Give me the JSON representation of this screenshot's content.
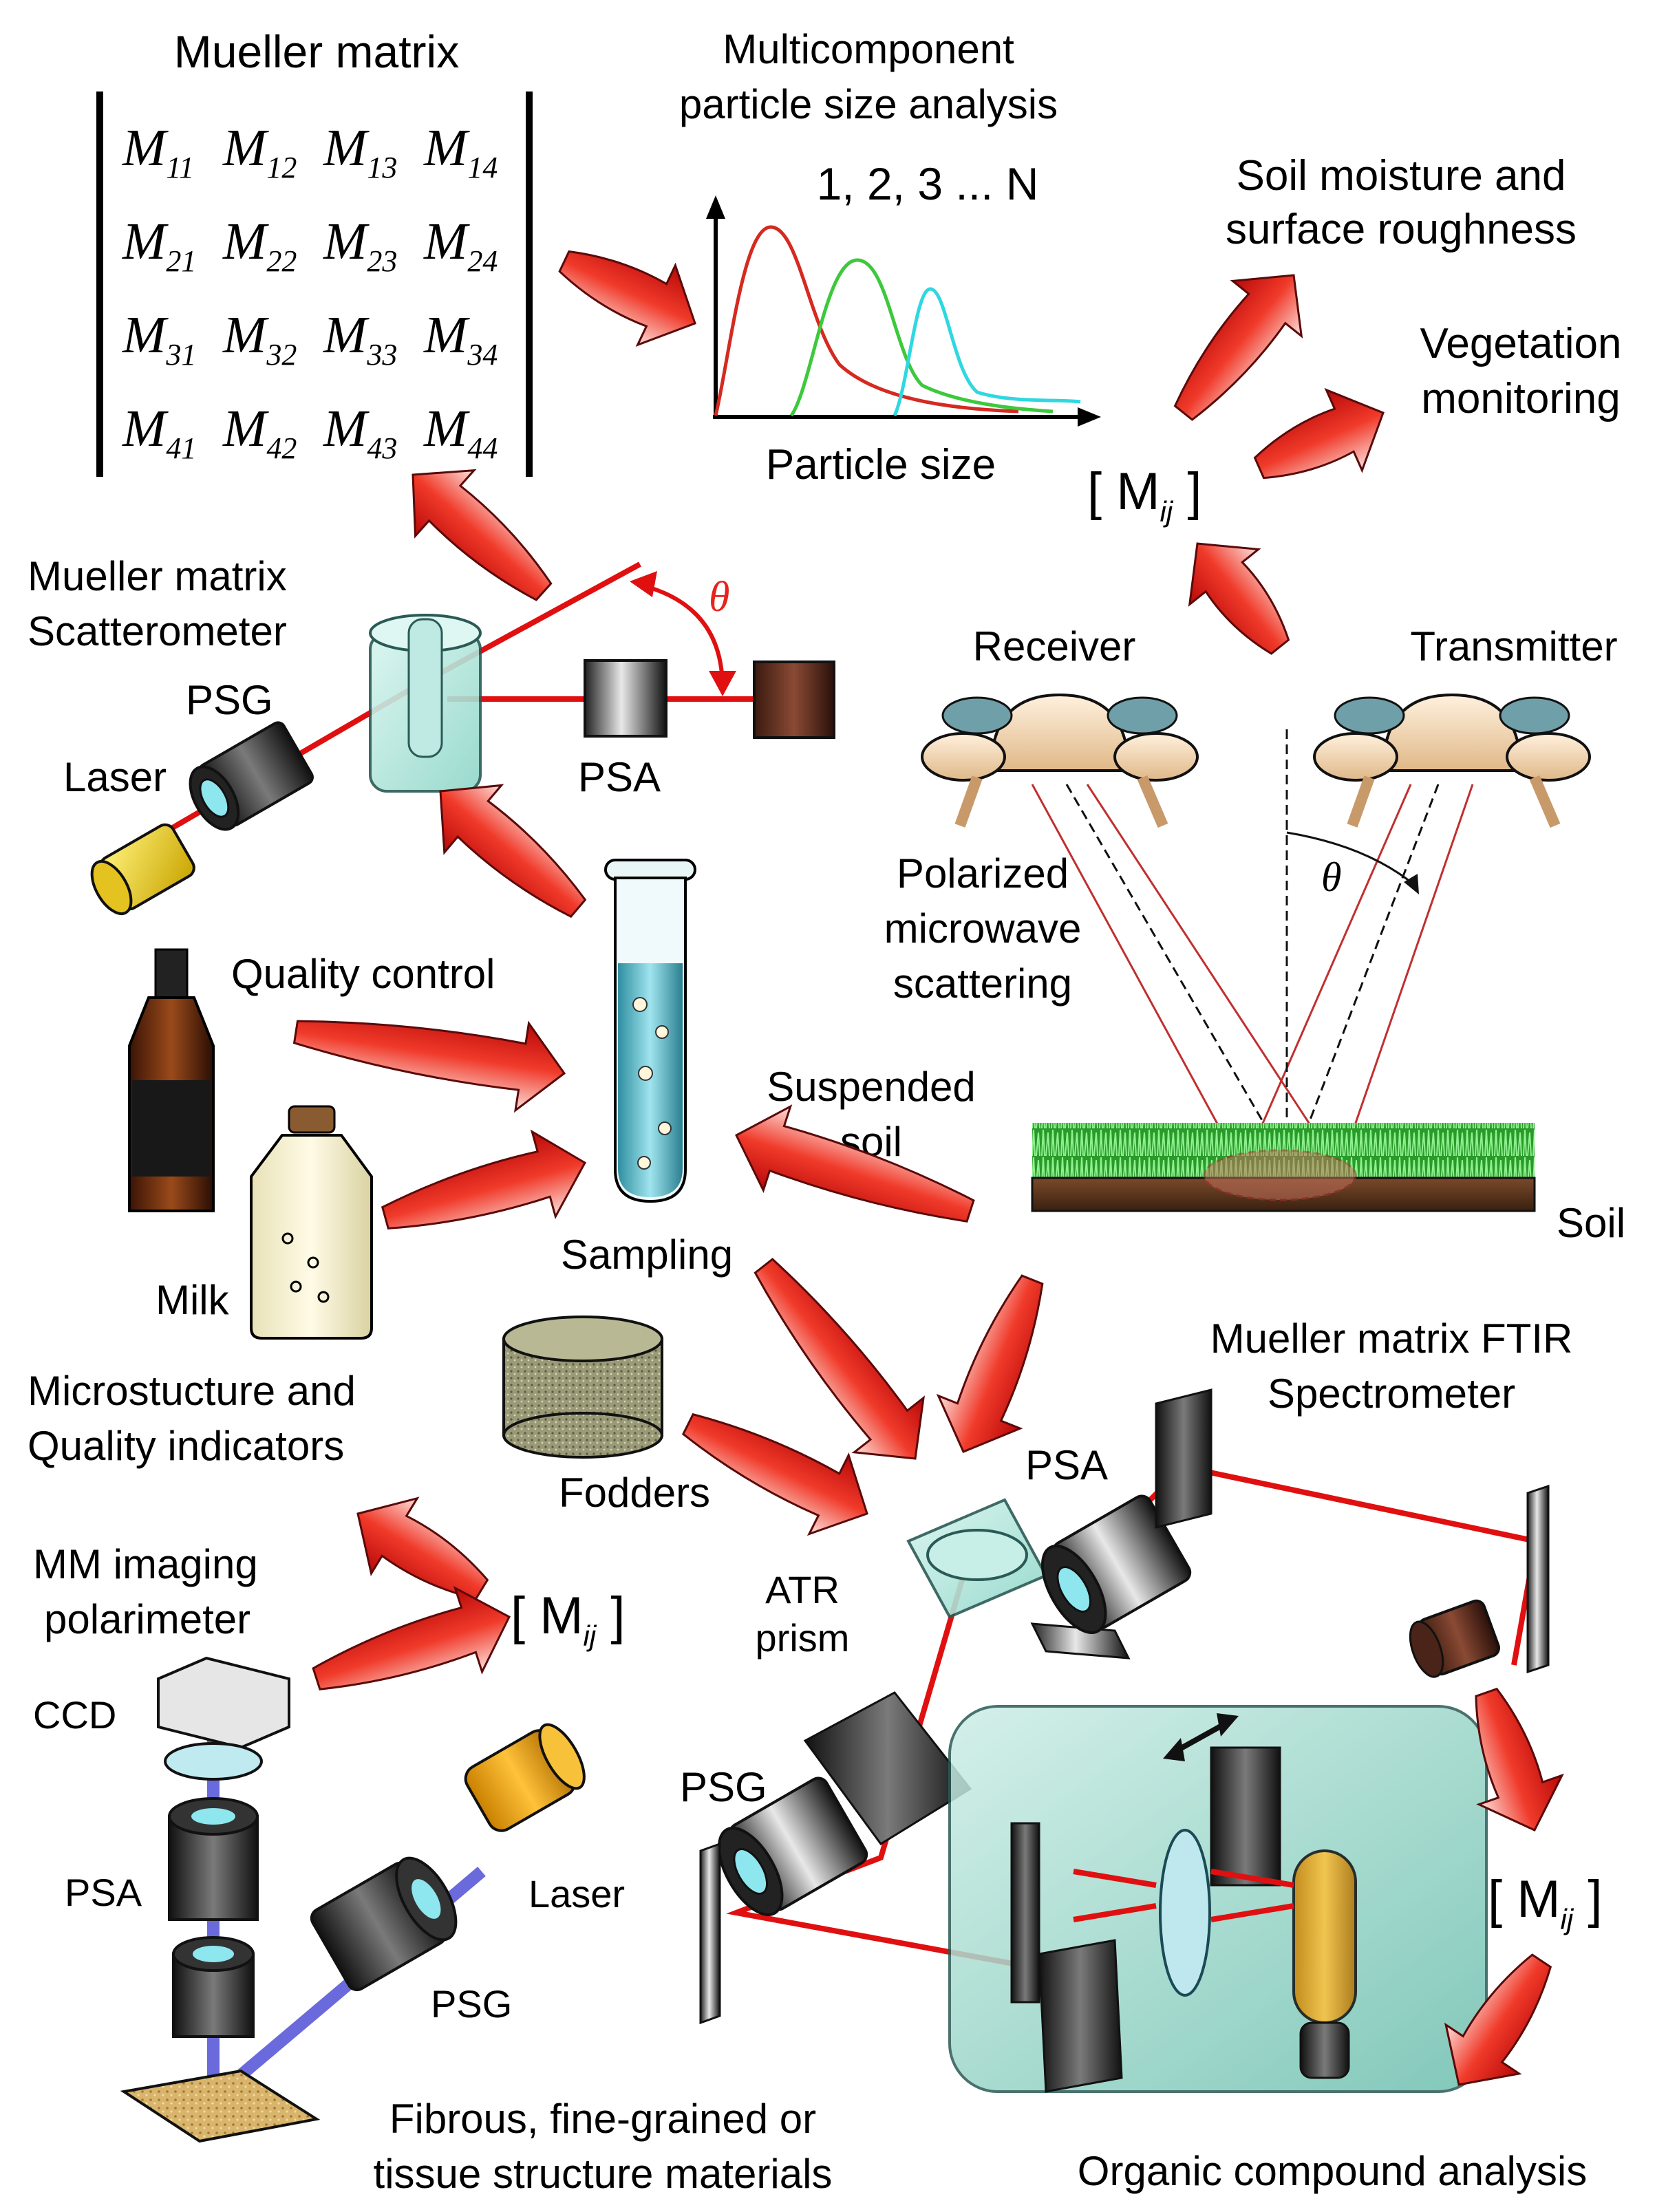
{
  "mueller": {
    "title": "Mueller matrix",
    "rows": [
      [
        "M11",
        "M12",
        "M13",
        "M14"
      ],
      [
        "M21",
        "M22",
        "M23",
        "M24"
      ],
      [
        "M31",
        "M32",
        "M33",
        "M34"
      ],
      [
        "M41",
        "M42",
        "M43",
        "M44"
      ]
    ]
  },
  "psa_chart": {
    "title_line1": "Multicomponent",
    "title_line2": "particle size analysis",
    "components": "1,  2,  3 ... N",
    "xlabel": "Particle size"
  },
  "colors": {
    "red_curve": "#d42a20",
    "green_curve": "#3cc93c",
    "cyan_curve": "#2fd8e0",
    "arrow": "#e8231e",
    "beam": "#e01010",
    "imaging_beam": "#6a6adc"
  },
  "labels": {
    "soil_moisture_1": "Soil moisture and",
    "soil_moisture_2": "surface roughness",
    "vegetation_1": "Vegetation",
    "vegetation_2": "monitoring",
    "mij": "[ M",
    "mij_sub": "ij",
    "mij_close": " ]",
    "scatterometer_1": "Mueller matrix",
    "scatterometer_2": "Scatterometer",
    "theta": "θ",
    "psg": "PSG",
    "psa": "PSA",
    "laser": "Laser",
    "receiver": "Receiver",
    "transmitter": "Transmitter",
    "polarized_1": "Polarized",
    "polarized_2": "microwave",
    "polarized_3": "scattering",
    "quality_control": "Quality control",
    "suspended_1": "Suspended",
    "suspended_2": "soil",
    "soil": "Soil",
    "sampling": "Sampling",
    "milk": "Milk",
    "ftir_1": "Mueller matrix FTIR",
    "ftir_2": "Spectrometer",
    "micro_1": "Microstucture and",
    "micro_2": "Quality indicators",
    "fodders": "Fodders",
    "atr_1": "ATR",
    "atr_2": "prism",
    "mm_imaging_1": "MM imaging",
    "mm_imaging_2": "polarimeter",
    "ccd": "CCD",
    "fibrous_1": "Fibrous, fine-grained or",
    "fibrous_2": "tissue structure materials",
    "organic": "Organic compound analysis"
  }
}
